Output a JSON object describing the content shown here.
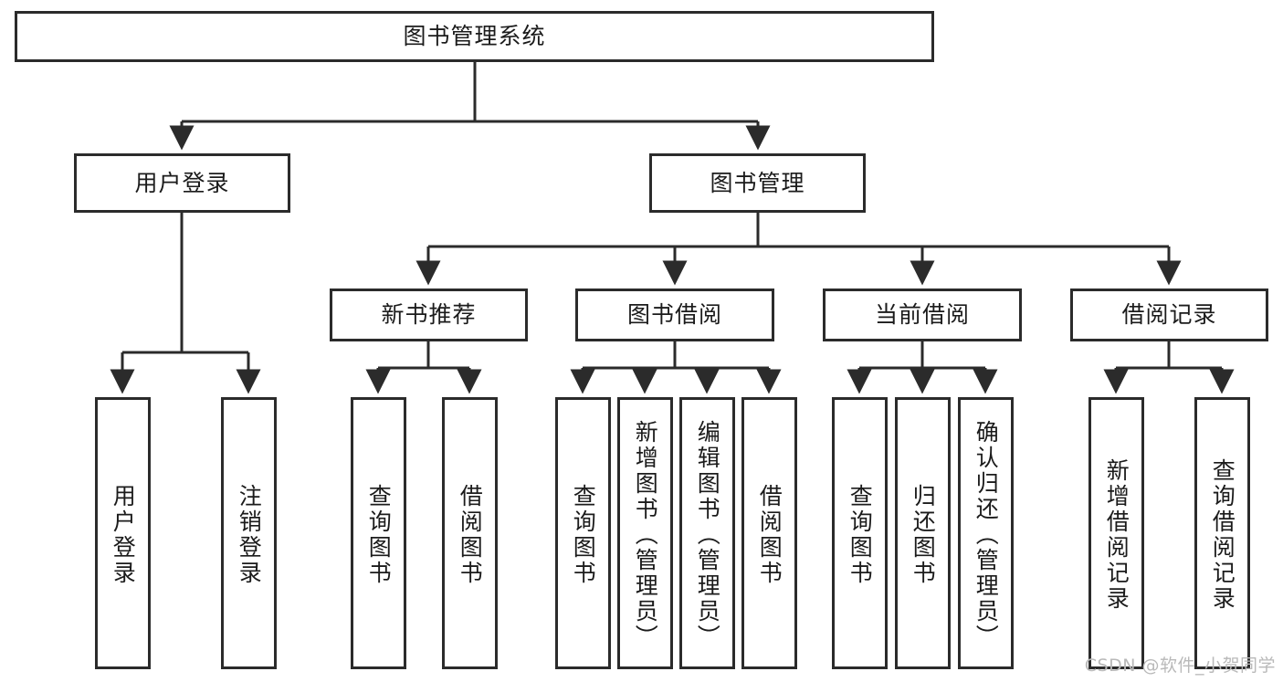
{
  "diagram": {
    "type": "tree",
    "title": "图书管理系统",
    "watermark": "CSDN @软件_小贺同学",
    "colors": {
      "stroke": "#2b2b2b",
      "fill": "#ffffff",
      "text": "#1b1b1b",
      "watermark": "#b9b9b9"
    },
    "levels": {
      "root": {
        "label": "图书管理系统",
        "orientation": "horizontal"
      },
      "level2": [
        {
          "label": "用户登录",
          "orientation": "horizontal"
        },
        {
          "label": "图书管理",
          "orientation": "horizontal"
        }
      ],
      "level3": [
        {
          "label": "新书推荐",
          "orientation": "horizontal"
        },
        {
          "label": "图书借阅",
          "orientation": "horizontal"
        },
        {
          "label": "当前借阅",
          "orientation": "horizontal"
        },
        {
          "label": "借阅记录",
          "orientation": "horizontal"
        }
      ],
      "leaves": [
        {
          "label": "用户登录",
          "orientation": "vertical",
          "parent": "用户登录"
        },
        {
          "label": "注销登录",
          "orientation": "vertical",
          "parent": "用户登录"
        },
        {
          "label": "查询图书",
          "orientation": "vertical",
          "parent": "新书推荐"
        },
        {
          "label": "借阅图书",
          "orientation": "vertical",
          "parent": "新书推荐"
        },
        {
          "label": "查询图书",
          "orientation": "vertical",
          "parent": "图书借阅"
        },
        {
          "label": "新增图书（管理员）",
          "orientation": "vertical",
          "parent": "图书借阅"
        },
        {
          "label": "编辑图书（管理员）",
          "orientation": "vertical",
          "parent": "图书借阅"
        },
        {
          "label": "借阅图书",
          "orientation": "vertical",
          "parent": "图书借阅"
        },
        {
          "label": "查询图书",
          "orientation": "vertical",
          "parent": "当前借阅"
        },
        {
          "label": "归还图书",
          "orientation": "vertical",
          "parent": "当前借阅"
        },
        {
          "label": "确认归还（管理员）",
          "orientation": "vertical",
          "parent": "当前借阅"
        },
        {
          "label": "新增借阅记录",
          "orientation": "vertical",
          "parent": "借阅记录"
        },
        {
          "label": "查询借阅记录",
          "orientation": "vertical",
          "parent": "借阅记录"
        }
      ]
    }
  }
}
